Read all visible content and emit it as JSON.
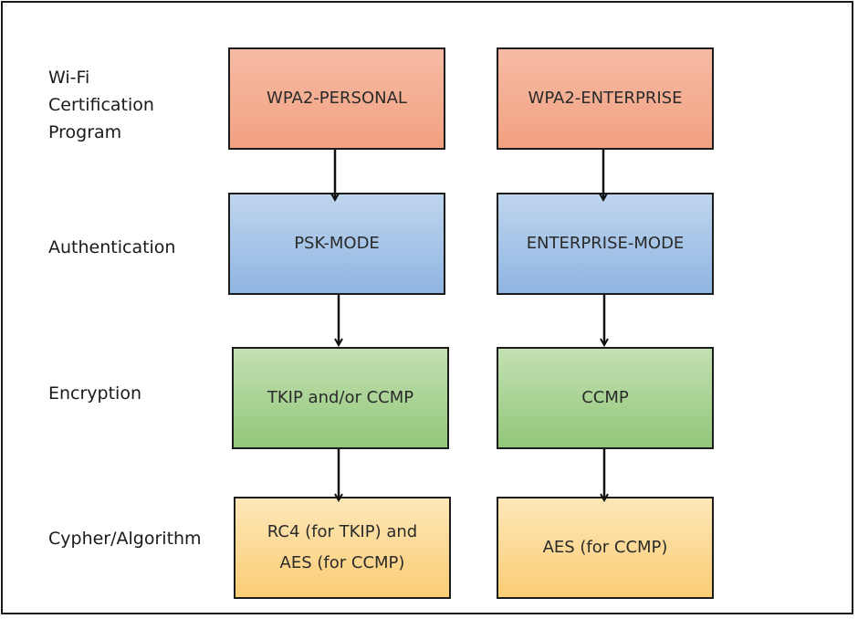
{
  "row_labels": {
    "certification": "Wi-Fi\nCertification\nProgram",
    "authentication": "Authentication",
    "encryption": "Encryption",
    "cypher": "Cypher/Algorithm"
  },
  "personal_column": {
    "certification": "WPA2-PERSONAL",
    "authentication": "PSK-MODE",
    "encryption": "TKIP and/or CCMP",
    "cypher": "RC4 (for TKIP) and\nAES (for CCMP)"
  },
  "enterprise_column": {
    "certification": "WPA2-ENTERPRISE",
    "authentication": "ENTERPRISE-MODE",
    "encryption": "CCMP",
    "cypher": "AES (for CCMP)"
  },
  "colors": {
    "certification_fill": "#f2a181",
    "authentication_fill": "#8fb5e2",
    "encryption_fill": "#92c77a",
    "cypher_fill": "#fbcd75",
    "stroke": "#1c1c1c"
  }
}
